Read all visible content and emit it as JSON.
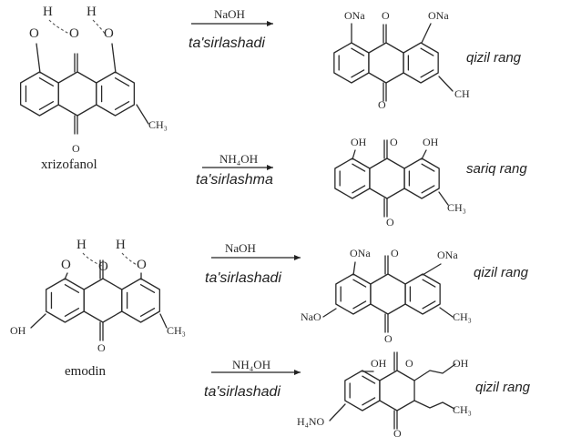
{
  "reactants": {
    "chrysophanol": {
      "name": "xrizofanol",
      "atoms": {
        "h_left": "H",
        "h_mid": "H",
        "o_left": "O",
        "o_mid": "O",
        "o_right": "O",
        "o_keto": "O",
        "methyl": "CH₃"
      }
    },
    "emodin": {
      "name": "emodin",
      "atoms": {
        "h_left": "H",
        "h_mid": "H",
        "o_left": "O",
        "o_mid": "O",
        "o_right": "O",
        "o_keto": "O",
        "oh": "OH",
        "methyl": "CH₃"
      }
    }
  },
  "reactions": [
    {
      "reagent": "NaOH",
      "condition": "ta'sirlashadi",
      "result_color": "qizil rang",
      "product_atoms": {
        "top_left": "ONa",
        "top_mid": "O",
        "top_right": "ONa",
        "o_keto": "O",
        "ring_sub": "CH"
      }
    },
    {
      "reagent": "NH₄OH",
      "condition": "ta'sirlashma",
      "result_color": "sariq rang",
      "product_atoms": {
        "top_left": "OH",
        "top_mid": "O",
        "top_right": "OH",
        "o_keto": "O",
        "ring_sub": "CH₃"
      }
    },
    {
      "reagent": "NaOH",
      "condition": "ta'sirlashadi",
      "result_color": "qizil rang",
      "product_atoms": {
        "top_left": "ONa",
        "top_mid": "O",
        "top_right": "ONa",
        "o_keto": "O",
        "left_sub": "NaO",
        "ring_sub": "CH₃"
      }
    },
    {
      "reagent": "NH₄OH",
      "condition": "ta'sirlashadi",
      "result_color": "qizil rang",
      "product_atoms": {
        "top_left": "OH",
        "top_mid": "O",
        "top_right": "OH",
        "o_keto": "O",
        "left_sub": "H₄NO",
        "ring_sub": "CH₃"
      }
    }
  ]
}
